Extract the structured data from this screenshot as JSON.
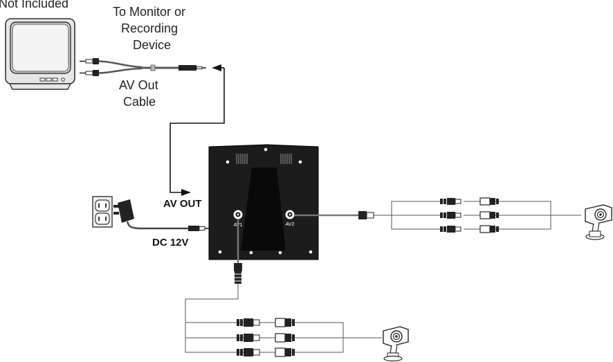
{
  "labels": {
    "not_included": "Not Included",
    "monitor_line1": "To Monitor or",
    "monitor_line2": "Recording",
    "monitor_line3": "Device",
    "cable_line1": "AV Out",
    "cable_line2": "Cable",
    "av_out": "AV OUT",
    "dc": "DC 12V",
    "av1": "AV1",
    "av2": "AV2"
  },
  "colors": {
    "line": "#555555",
    "dark": "#111111",
    "device": "#1c1c1c",
    "gray": "#888888"
  }
}
